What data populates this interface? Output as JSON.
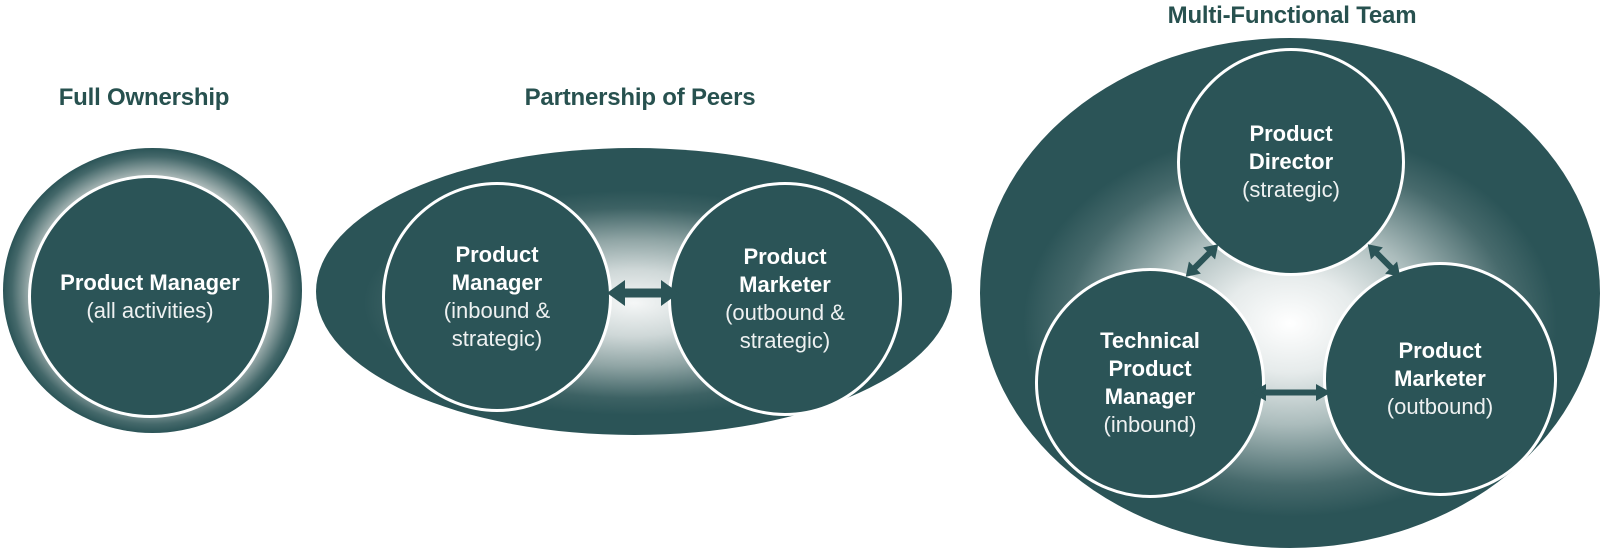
{
  "colors": {
    "teal": "#2b5457",
    "title_text": "#27514f",
    "circle_text": "#ffffff",
    "highlight": "#ffffff"
  },
  "d1": {
    "title": "Full Ownership",
    "c1": {
      "name": "Product Manager",
      "sub": "(all activities)"
    }
  },
  "d2": {
    "title": "Partnership of Peers",
    "c1": {
      "name": "Product Manager",
      "sub": "(inbound & strategic)"
    },
    "c2": {
      "name": "Product Marketer",
      "sub": "(outbound & strategic)"
    }
  },
  "d3": {
    "title": "Multi-Functional Team",
    "c1": {
      "name": "Product Director",
      "sub": "(strategic)"
    },
    "c2": {
      "name": "Technical Product Manager",
      "sub": "(inbound)"
    },
    "c3": {
      "name": "Product Marketer",
      "sub": "(outbound)"
    }
  }
}
